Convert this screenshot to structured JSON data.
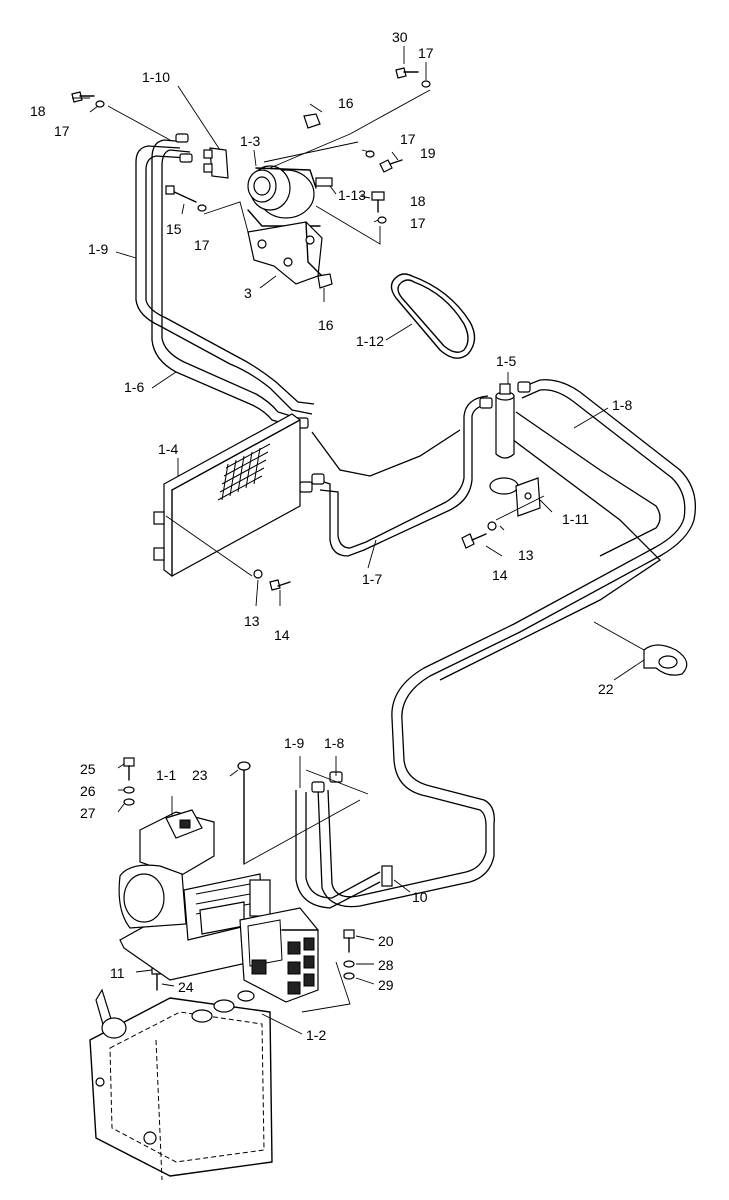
{
  "callouts": {
    "c30": "30",
    "c17a": "17",
    "c18a": "18",
    "c17b": "17",
    "c1_10": "1-10",
    "c16a": "16",
    "c1_3": "1-3",
    "c17c": "17",
    "c19": "19",
    "c1_13": "1-13",
    "c18b": "18",
    "c15": "15",
    "c17d": "17",
    "c17e": "17",
    "c1_9a": "1-9",
    "c3": "3",
    "c16b": "16",
    "c1_12": "1-12",
    "c1_5": "1-5",
    "c1_8a": "1-8",
    "c1_6": "1-6",
    "c1_4": "1-4",
    "c1_11": "1-11",
    "c13a": "13",
    "c14a": "14",
    "c1_7": "1-7",
    "c13b": "13",
    "c14b": "14",
    "c22": "22",
    "c1_9b": "1-9",
    "c1_8b": "1-8",
    "c25": "25",
    "c23": "23",
    "c1_1": "1-1",
    "c26": "26",
    "c27": "27",
    "c10": "10",
    "c20": "20",
    "c11": "11",
    "c28": "28",
    "c24": "24",
    "c29": "29",
    "c1_2": "1-2"
  }
}
